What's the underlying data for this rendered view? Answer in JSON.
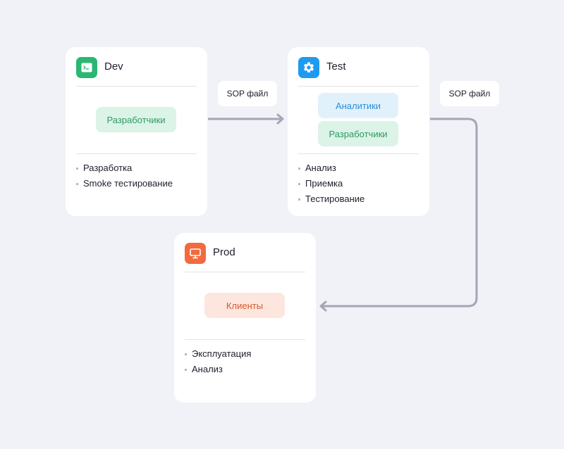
{
  "colors": {
    "background": "#f1f2f7",
    "dev_icon": "#2bb673",
    "test_icon": "#1e9bf0",
    "prod_icon": "#f26a3d",
    "arrow": "#a3a6b4"
  },
  "connectors": {
    "dev_to_test_label": "SOP файл",
    "test_to_prod_label": "SOP файл"
  },
  "cards": {
    "dev": {
      "title": "Dev",
      "icon": "terminal-icon",
      "roles": [
        "Разработчики"
      ],
      "tasks": [
        "Разработка",
        "Smoke тестирование"
      ]
    },
    "test": {
      "title": "Test",
      "icon": "gear-icon",
      "roles": [
        "Аналитики",
        "Разработчики"
      ],
      "tasks": [
        "Анализ",
        "Приемка",
        "Тестирование"
      ]
    },
    "prod": {
      "title": "Prod",
      "icon": "monitor-icon",
      "roles": [
        "Клиенты"
      ],
      "tasks": [
        "Эксплуатация",
        "Анализ"
      ]
    }
  }
}
